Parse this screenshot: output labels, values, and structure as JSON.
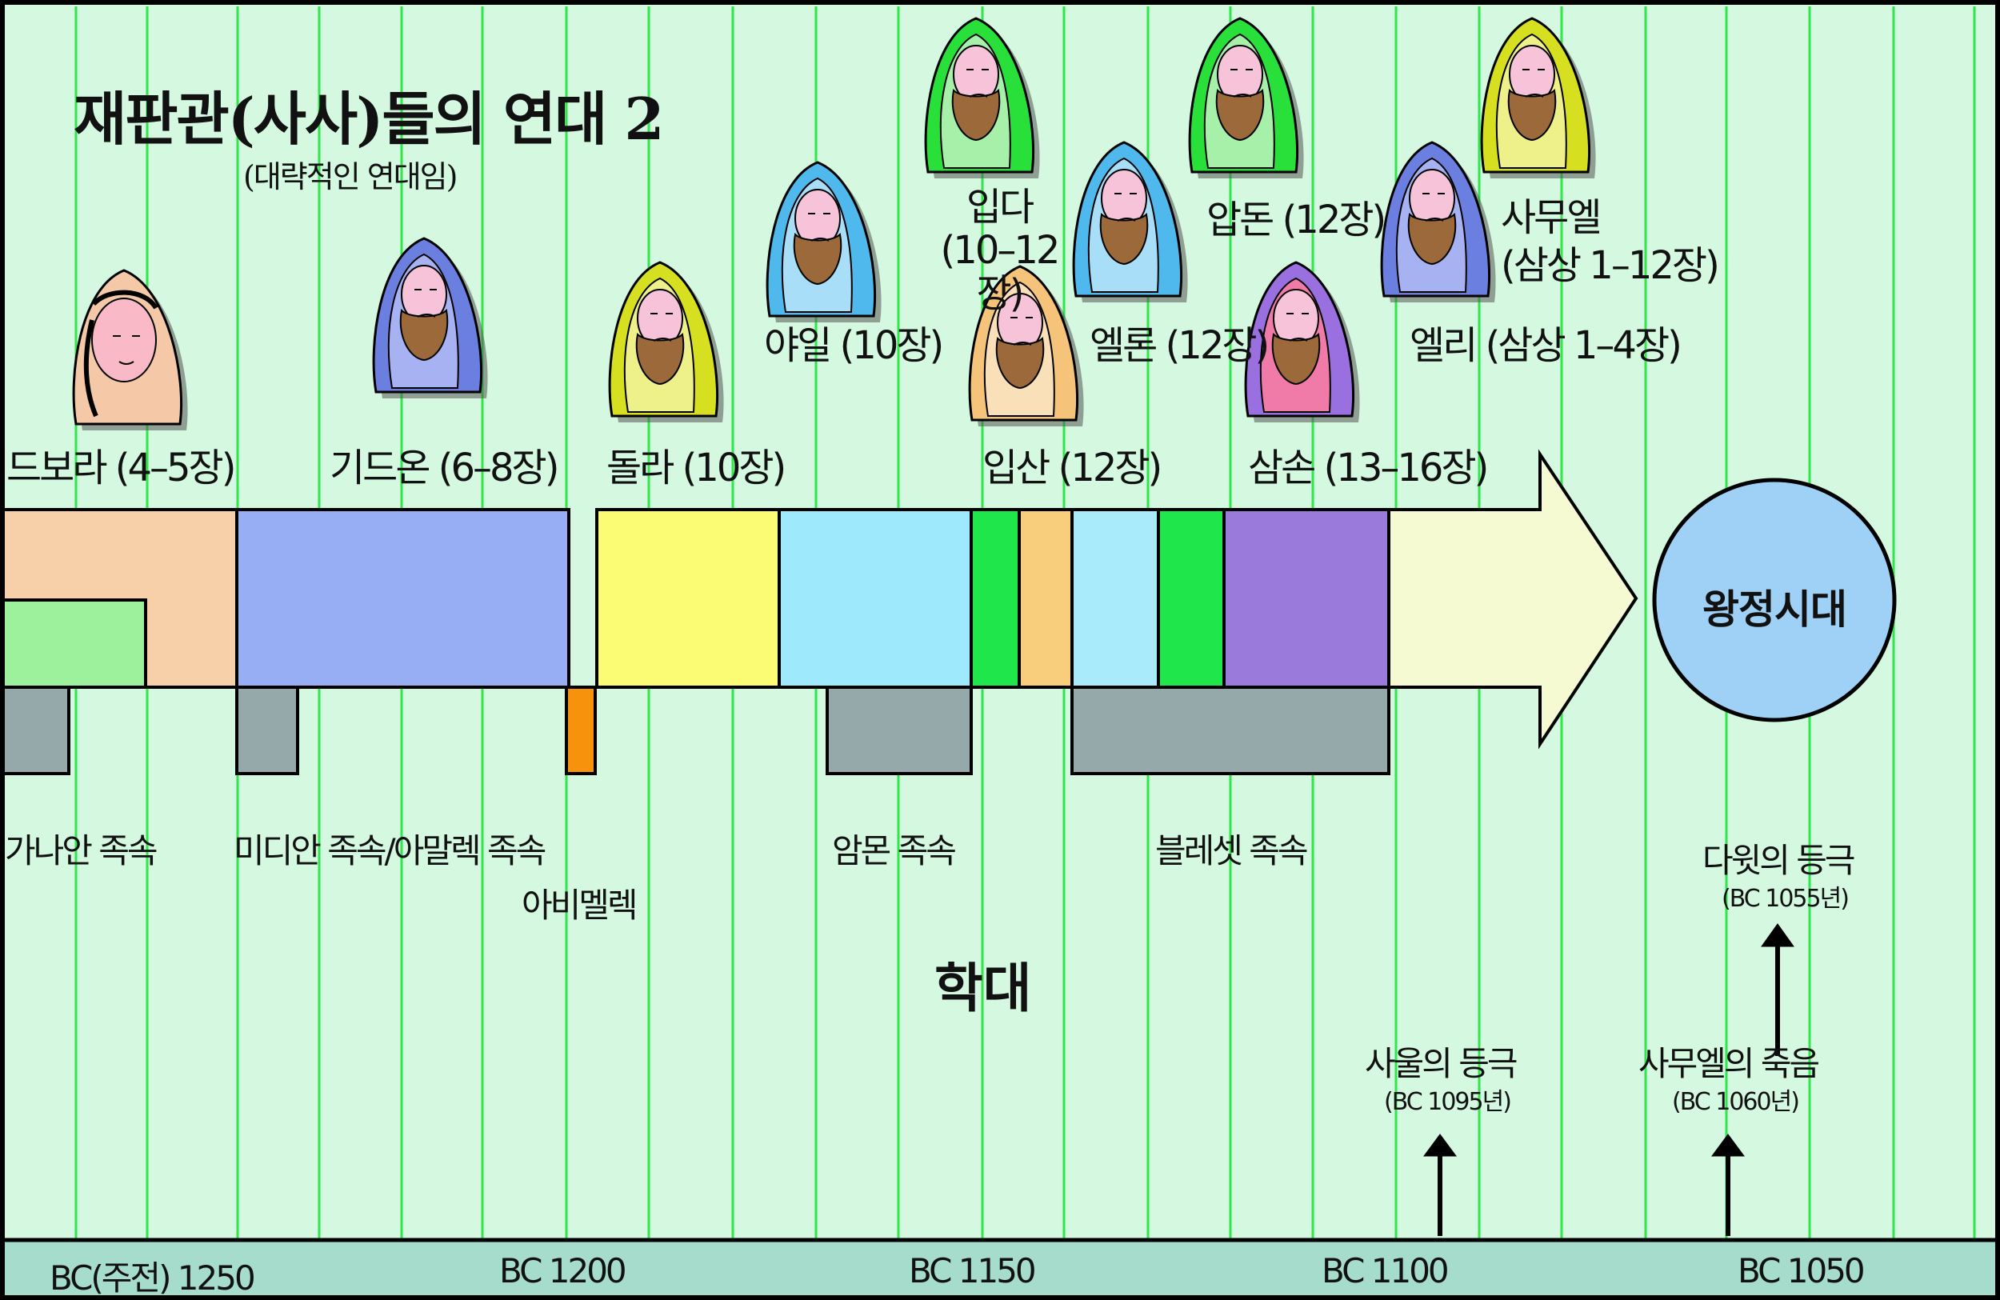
{
  "title": "재판관(사사)들의 연대 2",
  "subtitle": "(대략적인 연대임)",
  "judges": [
    {
      "name": "드보라 (4–5장)",
      "robe": "#f5c9a8",
      "inner": "#f7dcc6",
      "female": true
    },
    {
      "name": "기드온 (6–8장)",
      "robe": "#6b7fe0",
      "inner": "#a7b2f2"
    },
    {
      "name": "돌라 (10장)",
      "robe": "#d6e020",
      "inner": "#eef08a"
    },
    {
      "name": "야일 (10장)",
      "robe": "#4fb8ec",
      "inner": "#a9def8"
    },
    {
      "name": "입다 (10–12장)",
      "robe": "#29e03a",
      "inner": "#a6f0aa"
    },
    {
      "name": "입산 (12장)",
      "robe": "#f5c37a",
      "inner": "#fae0b8"
    },
    {
      "name": "엘론 (12장)",
      "robe": "#4fb8ec",
      "inner": "#a9def8"
    },
    {
      "name": "압돈 (12장)",
      "robe": "#29e03a",
      "inner": "#a6f0aa"
    },
    {
      "name": "삼손 (13–16장)",
      "robe": "#9a6fe0",
      "inner": "#f07aa8"
    },
    {
      "name": "엘리 (삼상 1–4장)",
      "robe": "#6b7fe0",
      "inner": "#a7b2f2"
    },
    {
      "name": "사무엘",
      "name2": "(삼상 1–12장)",
      "robe": "#d6e020",
      "inner": "#eef08a"
    }
  ],
  "era_circle": "왕정시대",
  "oppressors": [
    {
      "name": "가나안 족속"
    },
    {
      "name": "미디안 족속/아말렉 족속"
    },
    {
      "name": "아비멜렉"
    },
    {
      "name": "암몬 족속"
    },
    {
      "name": "블레셋 족속"
    }
  ],
  "oppression_label": "학대",
  "events": [
    {
      "name": "사울의 등극",
      "date": "(BC 1095년)"
    },
    {
      "name": "사무엘의 죽음",
      "date": "(BC 1060년)"
    },
    {
      "name": "다윗의 등극",
      "date": "(BC 1055년)"
    }
  ],
  "axis_labels": [
    "BC(주전) 1250",
    "BC 1200",
    "BC 1150",
    "BC 1100",
    "BC 1050"
  ],
  "colors": {
    "background": "#d4f8e0",
    "grid_line": "#2ee84a",
    "axis_bar": "#a6dccb",
    "deborah_block": "#f7cfa8",
    "canaan_block": "#9df09c",
    "gideon_block": "#97aef5",
    "tola_block": "#fbfb74",
    "jair_block": "#9ee9fb",
    "jephthah_block": "#1fe64b",
    "ibzan_block": "#f8cd7c",
    "elon_block": "#a9eafb",
    "abdon_block": "#1fe64b",
    "samson_block": "#9a7bdc",
    "arrow": "#f6fad2",
    "oppression_block": "#96a9aa",
    "abimelech_block": "#f7920d",
    "monarchy_circle": "#9fd1f7"
  }
}
